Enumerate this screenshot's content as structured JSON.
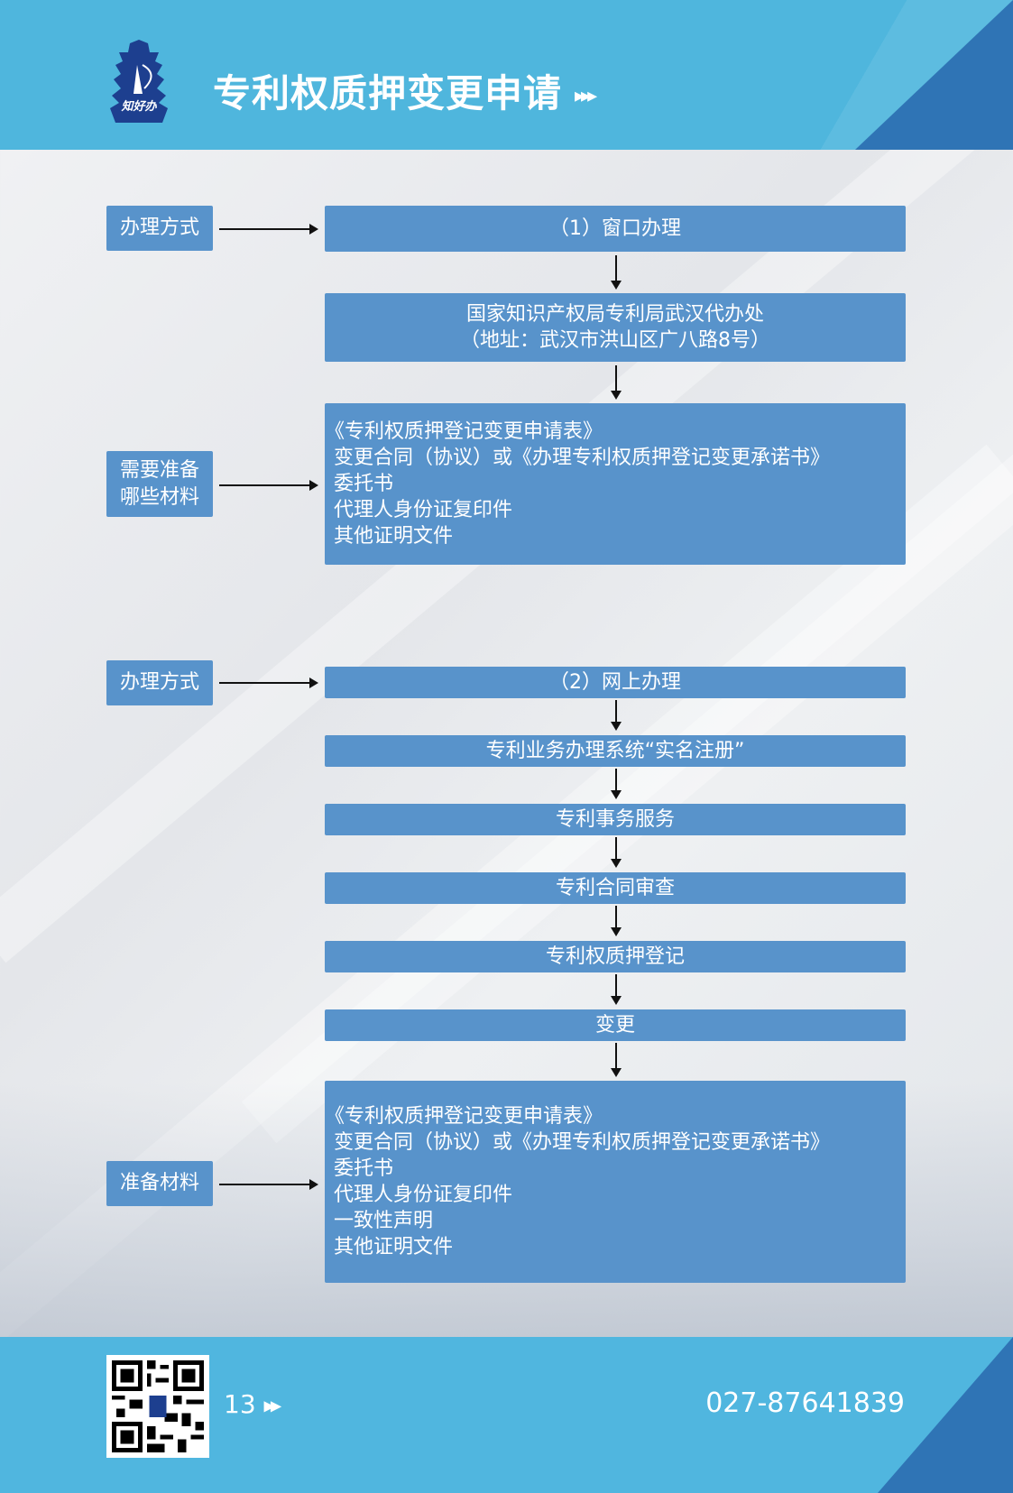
{
  "header": {
    "logo_text": "知好办",
    "title": "专利权质押变更申请",
    "title_arrow": "▸▸▸"
  },
  "section1": {
    "method_label": "办理方式",
    "method": "（1）窗口办理",
    "office_line1": "国家知识产权局专利局武汉代办处",
    "office_line2": "（地址：武汉市洪山区广八路8号）",
    "materials_label_line1": "需要准备",
    "materials_label_line2": "哪些材料",
    "materials": [
      "《专利权质押登记变更申请表》",
      "变更合同（协议）或《办理专利权质押登记变更承诺书》",
      "委托书",
      "代理人身份证复印件",
      "其他证明文件"
    ]
  },
  "section2": {
    "method_label": "办理方式",
    "method": "（2）网上办理",
    "steps": [
      "专利业务办理系统“实名注册”",
      "专利事务服务",
      "专利合同审查",
      "专利权质押登记",
      "变更"
    ],
    "materials_label": "准备材料",
    "materials": [
      "《专利权质押登记变更申请表》",
      "变更合同（协议）或《办理专利权质押登记变更承诺书》",
      "委托书",
      "代理人身份证复印件",
      "一致性声明",
      "其他证明文件"
    ]
  },
  "footer": {
    "page_number": "13",
    "page_arrow": "▶▶",
    "phone": "027-87641839"
  }
}
